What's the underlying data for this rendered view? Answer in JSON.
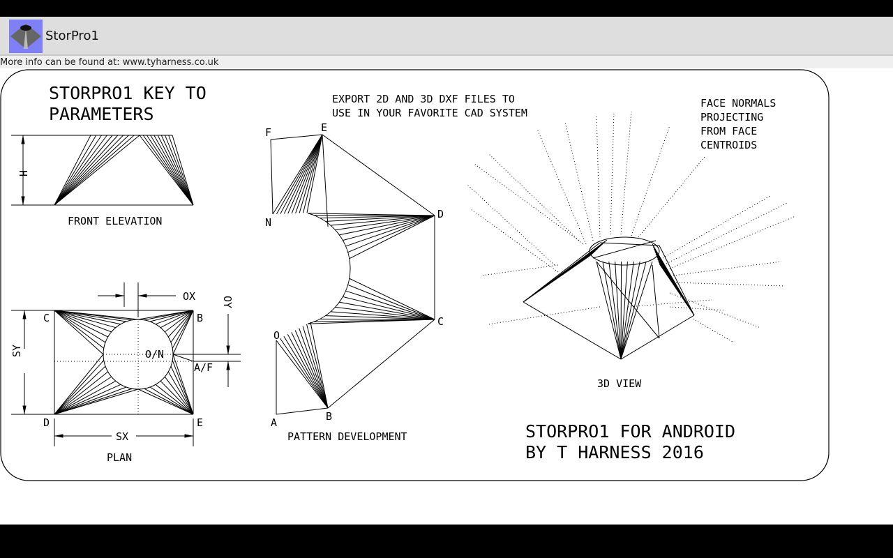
{
  "app": {
    "title": "StorPro1",
    "info": "More info can be found at: www.tyharness.co.uk"
  },
  "drawing": {
    "title1": "STORPRO1 KEY TO",
    "title2": "PARAMETERS",
    "front_elevation": "FRONT ELEVATION",
    "h": "H",
    "plan": "PLAN",
    "sx": "SX",
    "sy": "SY",
    "ox": "OX",
    "oy": "OY",
    "on": "O/N",
    "af": "A/F",
    "plan_c": "C",
    "plan_b": "B",
    "plan_d": "D",
    "plan_e": "E",
    "export1": "EXPORT 2D AND 3D DXF FILES TO",
    "export2": "USE IN YOUR FAVORITE CAD SYSTEM",
    "normals1": "FACE NORMALS",
    "normals2": "PROJECTING",
    "normals3": "FROM FACE",
    "normals4": "CENTROIDS",
    "pat_f": "F",
    "pat_e": "E",
    "pat_n": "N",
    "pat_d": "D",
    "pat_c": "C",
    "pat_o": "O",
    "pat_a": "A",
    "pat_b": "B",
    "pattern": "PATTERN DEVELOPMENT",
    "view3d": "3D VIEW",
    "credit1": "STORPRO1 FOR ANDROID",
    "credit2": "BY T HARNESS 2016"
  }
}
